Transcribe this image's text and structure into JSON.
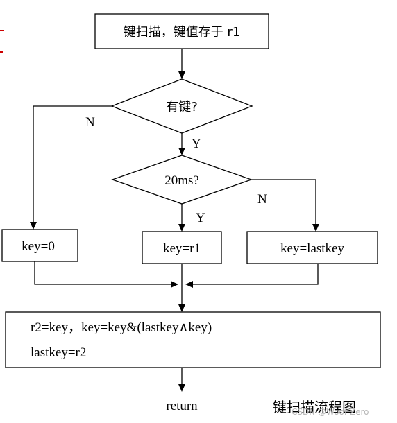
{
  "flowchart": {
    "start": "键扫描，键值存于 r1",
    "decision_key": "有键?",
    "decision_key_no": "N",
    "decision_key_yes": "Y",
    "decision_20ms": "20ms?",
    "decision_20ms_yes": "Y",
    "decision_20ms_no": "N",
    "key_zero": "key=0",
    "key_r1": "key=r1",
    "key_last": "key=lastkey",
    "process_line1": "r2=key，key=key&(lastkey∧key)",
    "process_line2": "lastkey=r2",
    "end": "return",
    "caption": "键扫描流程图",
    "watermark": "CSDN @Woof Zero"
  },
  "colors": {
    "line": "#000000",
    "background": "#ffffff",
    "watermark": "#b8b8b8",
    "edge_mark": "#cc0000"
  }
}
